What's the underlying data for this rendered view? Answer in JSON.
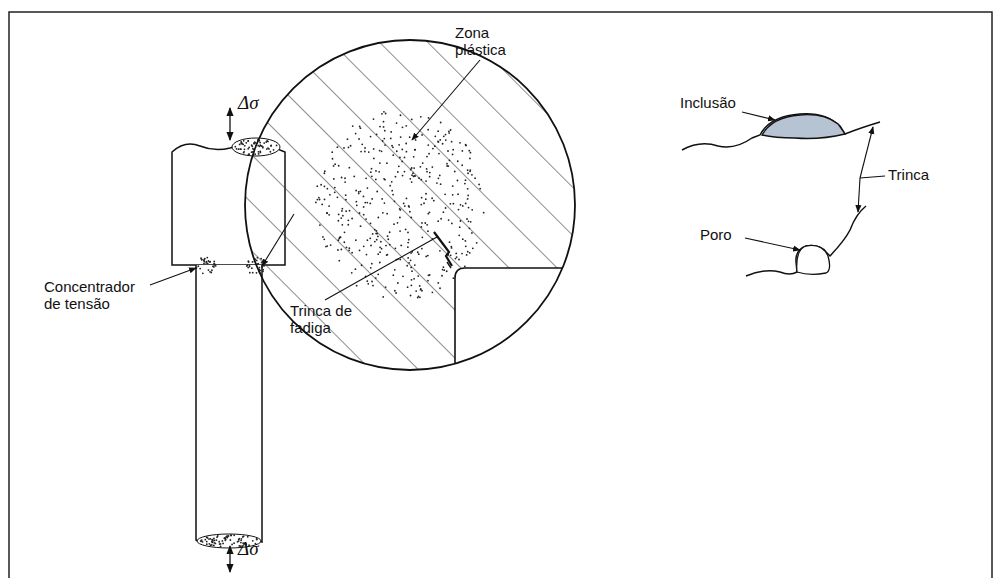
{
  "diagram": {
    "labels": [
      "Δσ",
      "Zona plástica",
      "Concentrador de tensão",
      "Trinca de fadiga",
      "Inclusão",
      "Trinca",
      "Poro",
      "Δσ"
    ]
  }
}
